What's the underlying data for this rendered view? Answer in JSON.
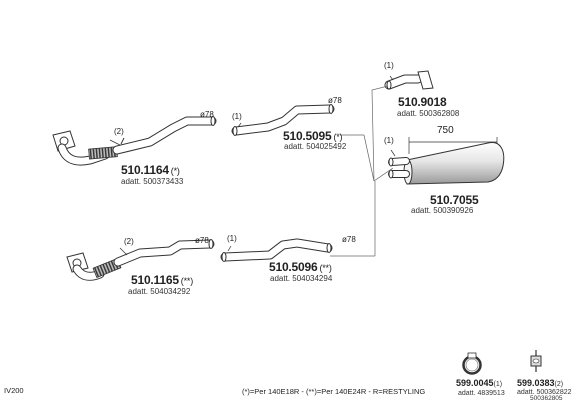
{
  "parts": {
    "p1": {
      "number": "510.1164",
      "suffix": "(*)",
      "ref": "adatt. 500373433",
      "callout": "(2)",
      "diameter": "ø78"
    },
    "p2": {
      "number": "510.5095",
      "suffix": "(*)",
      "ref": "adatt. 504025492",
      "callout": "(1)",
      "diameter": "ø78"
    },
    "p3": {
      "number": "510.9018",
      "ref": "adatt. 500362808",
      "callout": "(1)"
    },
    "p4": {
      "number": "510.7055",
      "ref": "adatt. 500390926",
      "callout": "(1)",
      "length": "750"
    },
    "p5": {
      "number": "510.1165",
      "suffix": "(**)",
      "ref": "adatt. 504034292",
      "callout": "(2)",
      "diameter": "ø78"
    },
    "p6": {
      "number": "510.5096",
      "suffix": "(**)",
      "ref": "adatt. 504034294",
      "callout": "(1)",
      "diameter": "ø78"
    },
    "p7": {
      "number": "599.0045",
      "suffix": "(1)",
      "ref": "adatt. 4839513"
    },
    "p8": {
      "number": "599.0383",
      "suffix": "(2)",
      "ref1": "adatt. 500362822",
      "ref2": "500362805"
    }
  },
  "footer": {
    "code": "IV200",
    "legend": "(*)=Per 140E18R  -  (**)=Per 140E24R  -  R=RESTYLING"
  },
  "colors": {
    "line": "#333333",
    "hose": "#555555",
    "fill": "#ffffff"
  }
}
